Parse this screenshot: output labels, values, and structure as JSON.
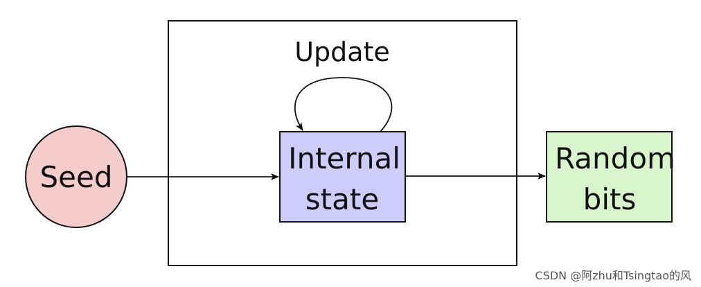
{
  "diagram": {
    "update_label": "Update",
    "seed_label": "Seed",
    "internal_state_line1": "Internal",
    "internal_state_line2": "state",
    "random_bits_line1": "Random",
    "random_bits_line2": "bits"
  },
  "colors": {
    "seed_fill": "#f4cccc",
    "internal_state_fill": "#cdccfa",
    "random_bits_fill": "#d8f5cc",
    "stroke": "#111111"
  },
  "watermark": "CSDN @阿zhu和Tsingtao的风"
}
